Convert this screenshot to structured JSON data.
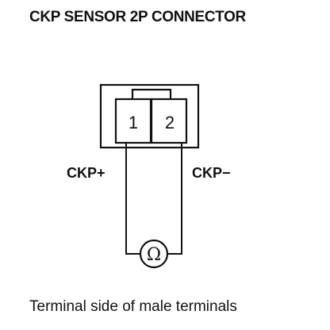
{
  "title": "CKP SENSOR 2P CONNECTOR",
  "connector": {
    "pin1": "1",
    "pin2": "2"
  },
  "labels": {
    "left": "CKP+",
    "right": "CKP−"
  },
  "meter_symbol": "Ω",
  "caption": "Terminal side of male terminals"
}
